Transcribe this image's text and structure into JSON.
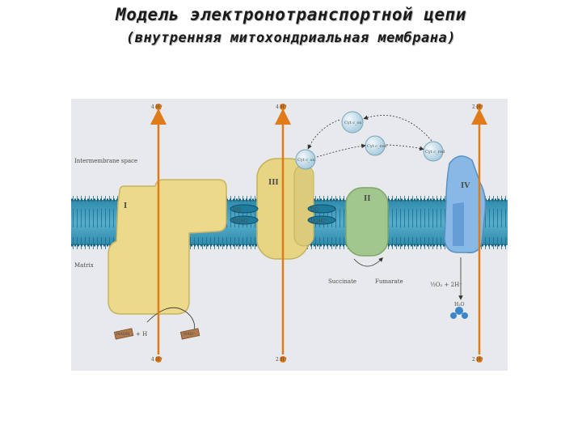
{
  "header": {
    "title": "Модель электронотранспортной цепи",
    "subtitle": "(внутренняя митохондриальная мембрана)"
  },
  "diagram": {
    "regions": {
      "intermembrane": "Intermembrane space",
      "matrix": "Matrix"
    },
    "complexes": {
      "c1": "I",
      "c2": "II",
      "c3": "III",
      "c4": "IV"
    },
    "carriers": {
      "cyt_c_ox_top": "Cyt c_ox",
      "cyt_c_red_mid": "Cyt c_red",
      "cyt_c_ox_left": "Cyt c_ox",
      "cyt_c_red_right": "Cyt c_red",
      "uq_a": "UQ",
      "uqh2_a": "UQH2",
      "uq_b": "UQ",
      "uqh2_b": "UQH2"
    },
    "substrates": {
      "succinate": "Succinate",
      "fumarate": "Fumarate",
      "oxygen": "½O₂ + 2H⁺",
      "water": "H₂O",
      "nadh": "NADH",
      "nad_h": "+ H",
      "nad": "NAD⁺"
    },
    "protons": {
      "top1": "4 H⁺",
      "top2": "4 H⁺",
      "top3": "2 H⁺",
      "bot1": "4 H⁺",
      "bot2": "2 H⁺",
      "bot3": "2 H⁺"
    },
    "colors": {
      "background": "#e8e9ed",
      "membrane": "#3c97b8",
      "complex_yellow": "#ecd98a",
      "complex_green": "#a2c78e",
      "complex_blue": "#88b8e6",
      "proton_arrow": "#e07b1a",
      "cytochrome": "#bcd9e7"
    }
  }
}
